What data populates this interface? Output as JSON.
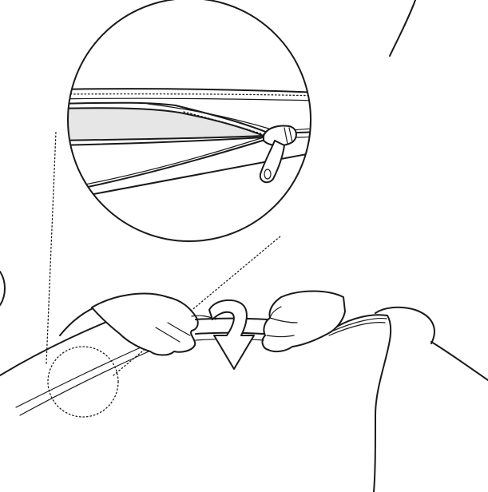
{
  "figure": {
    "description_label": "",
    "colors": {
      "line": "#1a1a1a",
      "background": "#ffffff",
      "zipper_tape_shade": "#e6e6e6"
    },
    "parts": [
      {
        "name": "detail-magnifier",
        "role": "zoomed view of zipper"
      },
      {
        "name": "zipper-slider",
        "role": "zipper pull tab"
      },
      {
        "name": "left-hand",
        "role": "holding fabric"
      },
      {
        "name": "right-hand",
        "role": "holding fabric"
      },
      {
        "name": "downward-arrow",
        "role": "direction of motion"
      },
      {
        "name": "detail-callout-circle",
        "role": "location of zoomed area"
      }
    ]
  }
}
